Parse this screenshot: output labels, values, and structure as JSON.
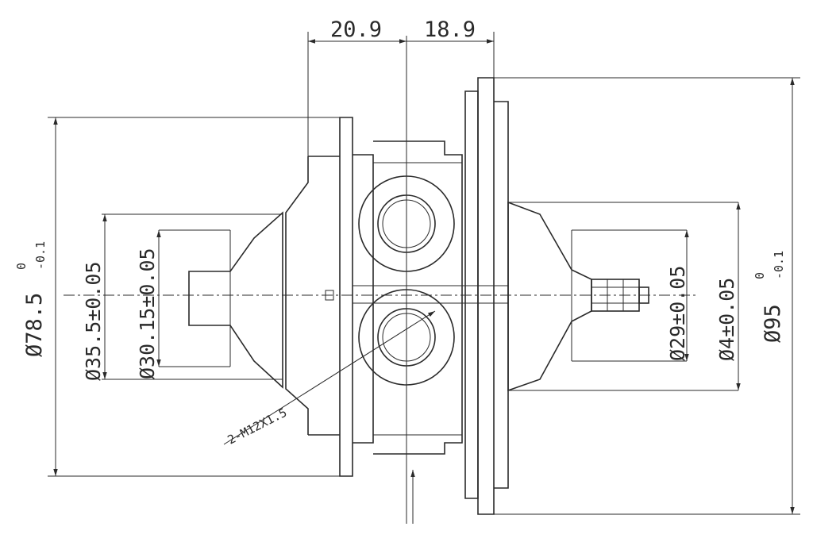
{
  "dimensions": {
    "top_left": "20.9",
    "top_right": "18.9",
    "dia_785": {
      "main": "Ø78.5",
      "upper": "0",
      "lower": "-0.1"
    },
    "dia_355": "Ø35.5±0.05",
    "dia_3015": "Ø30.15±0.05",
    "dia_29": "Ø29±0.05",
    "dia_4": "Ø4±0.05",
    "dia_95": {
      "main": "Ø95",
      "upper": "0",
      "lower": "-0.1"
    },
    "thread": "2-M12X1.5"
  },
  "colors": {
    "line": "#2a2a2a",
    "background": "#ffffff"
  }
}
